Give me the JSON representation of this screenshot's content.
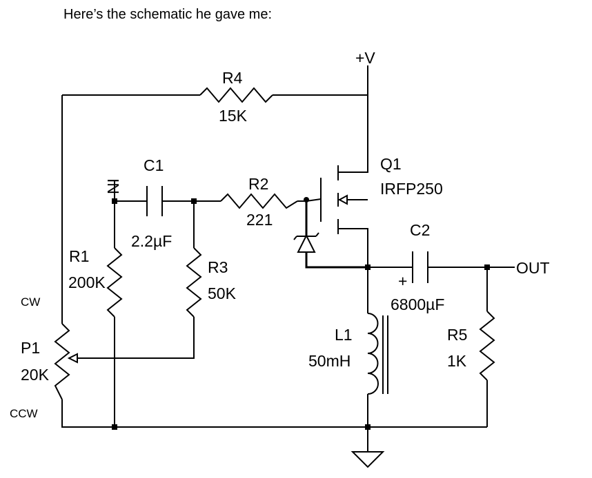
{
  "heading": "Here’s the schematic he gave me:",
  "schematic": {
    "supply": "+V",
    "r1": {
      "ref": "R1",
      "value": "200K"
    },
    "r2": {
      "ref": "R2",
      "value": "221"
    },
    "r3": {
      "ref": "R3",
      "value": "50K"
    },
    "r4": {
      "ref": "R4",
      "value": "15K"
    },
    "r5": {
      "ref": "R5",
      "value": "1K"
    },
    "c1": {
      "ref": "C1",
      "value": "2.2µF"
    },
    "c2": {
      "ref": "C2",
      "value": "6800µF",
      "polarity": "+"
    },
    "q1": {
      "ref": "Q1",
      "part": "IRFP250"
    },
    "l1": {
      "ref": "L1",
      "value": "50mH"
    },
    "p1": {
      "ref": "P1",
      "value": "20K",
      "cw": "CW",
      "ccw": "CCW"
    },
    "input": "IN",
    "output": "OUT"
  }
}
